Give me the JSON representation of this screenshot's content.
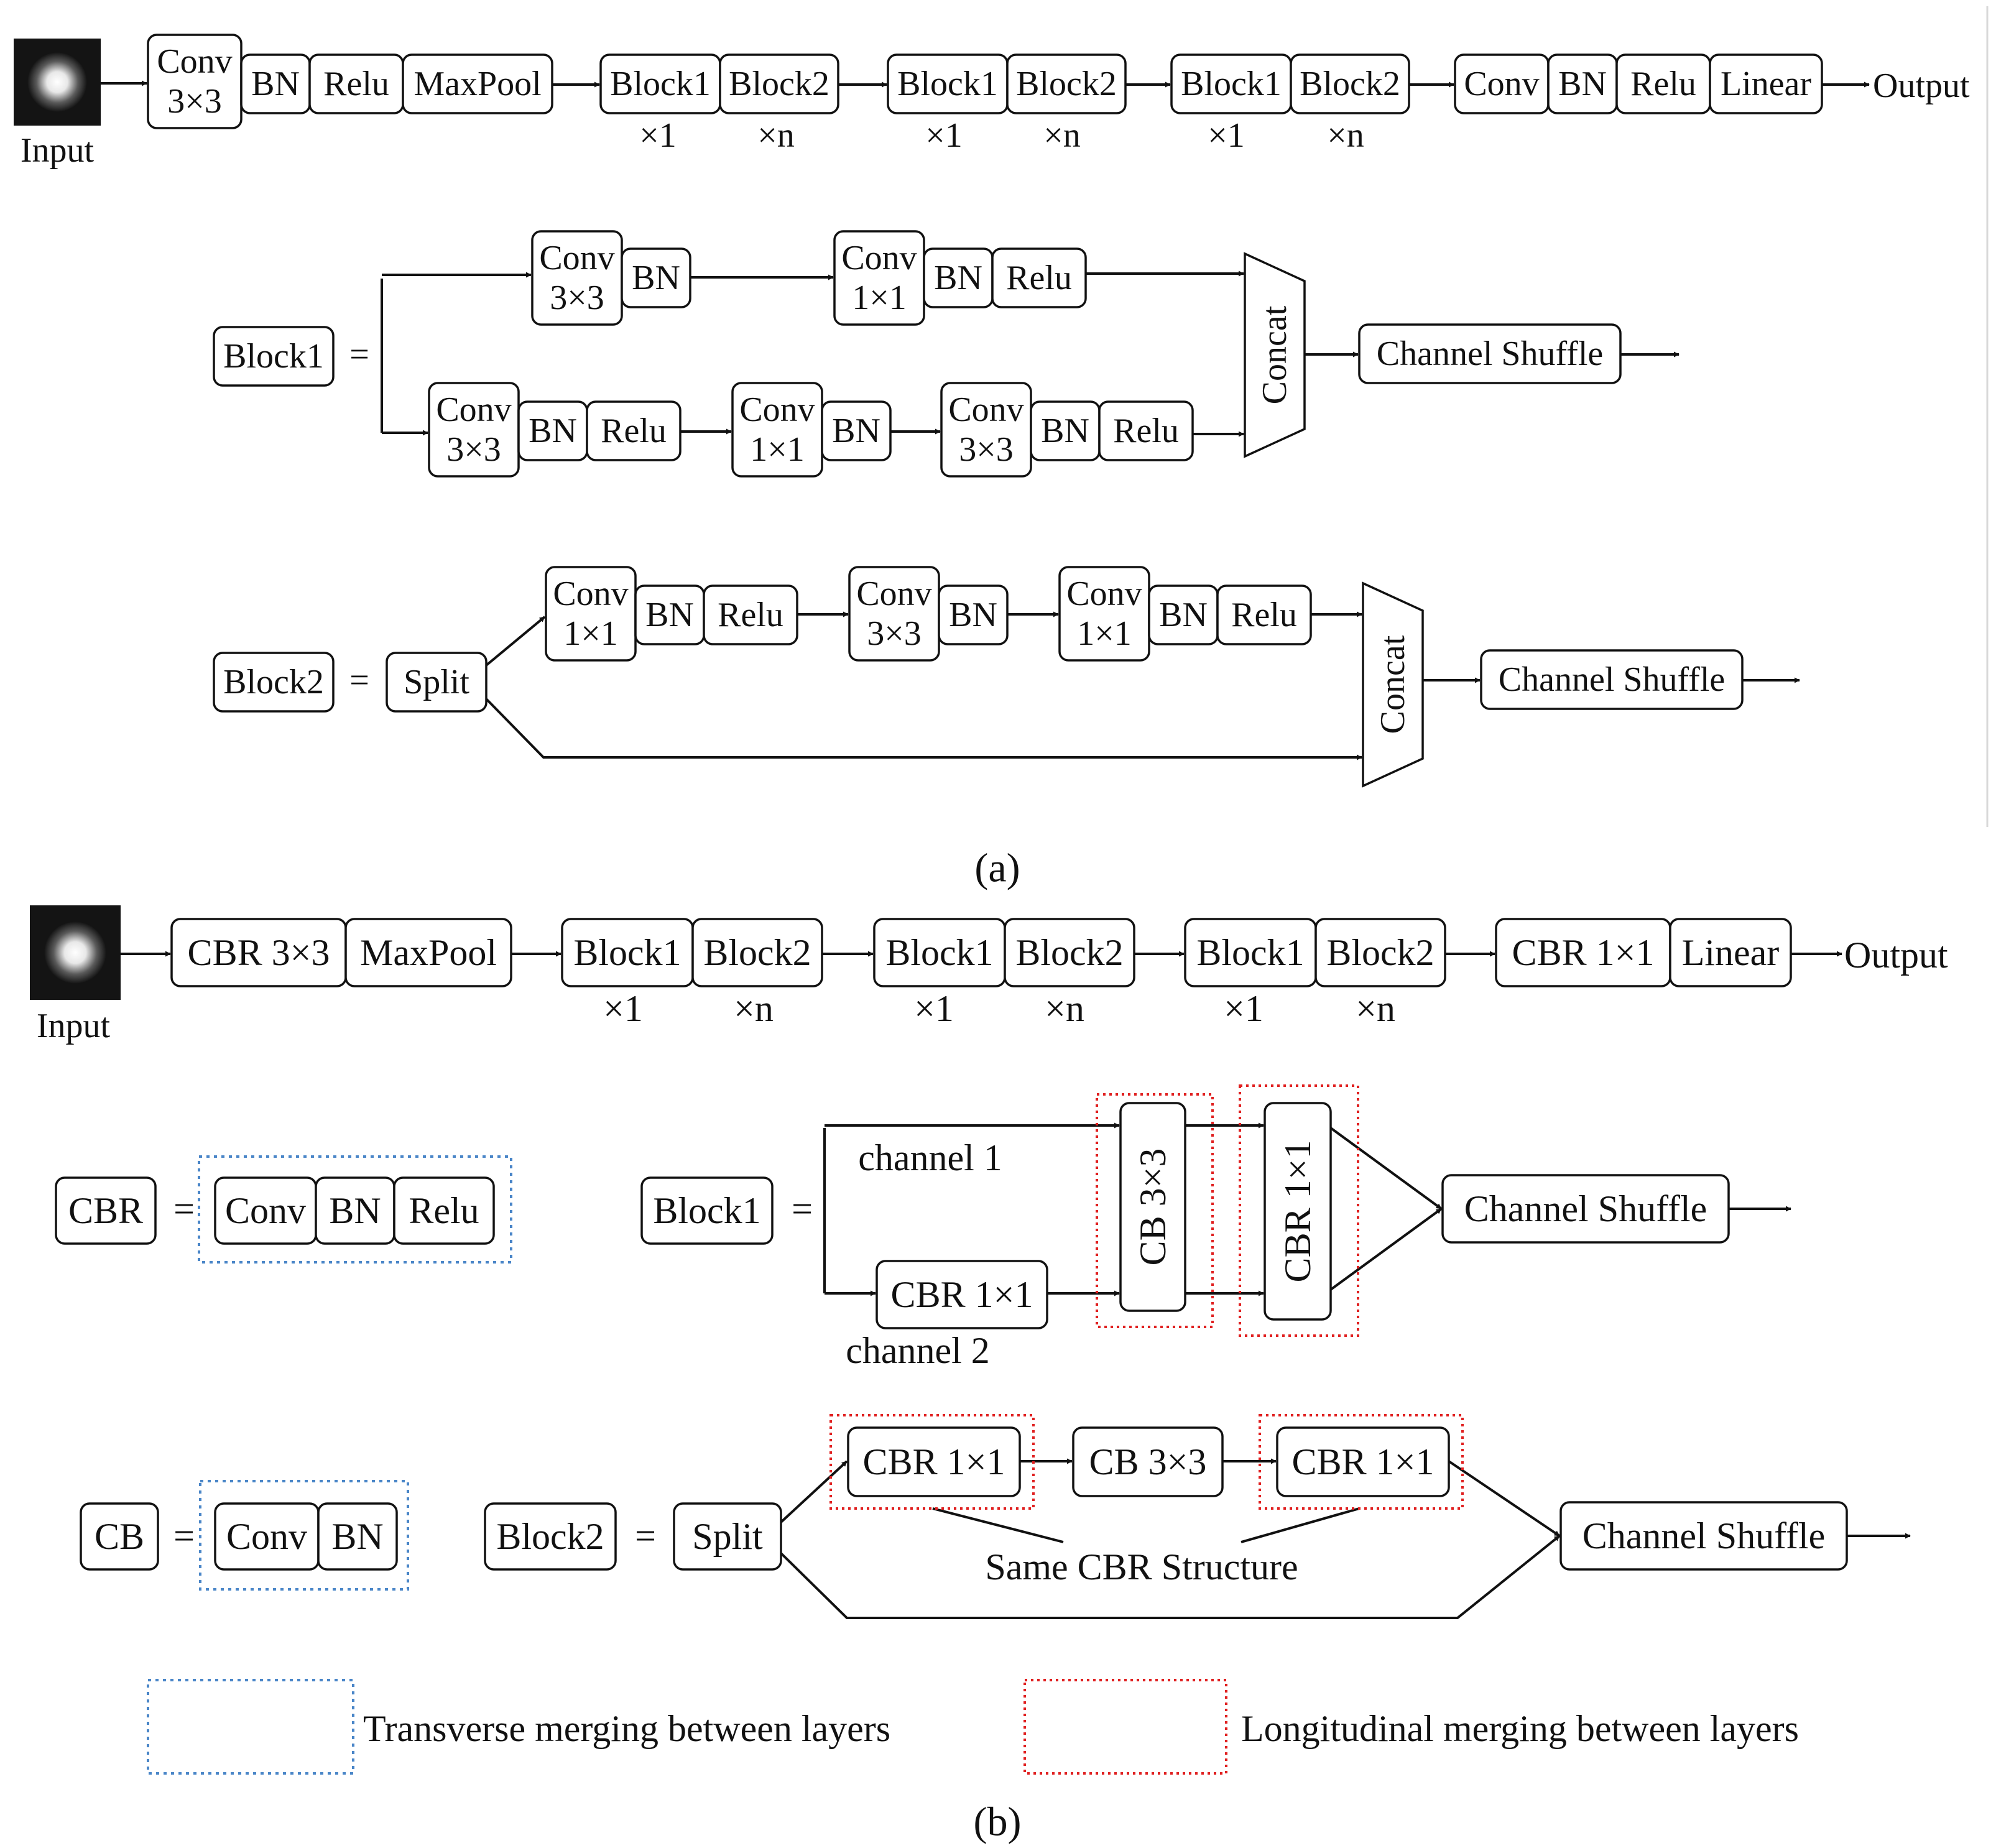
{
  "common": {
    "conv": "Conv",
    "k3": "3×3",
    "k1": "1×1",
    "bn": "BN",
    "relu": "Relu",
    "maxpool": "MaxPool",
    "block1": "Block1",
    "block2": "Block2",
    "linear": "Linear",
    "output": "Output",
    "input": "Input",
    "x1": "×1",
    "xn": "×n",
    "eq": "=",
    "concat": "Concat",
    "shuffle": "Channel Shuffle",
    "split": "Split",
    "cbr": "CBR",
    "cb": "CB",
    "cbr3": "CBR 3×3",
    "cbr1": "CBR 1×1",
    "cb3": "CB 3×3"
  },
  "panel_a": {
    "label": "(a)"
  },
  "panel_b": {
    "label": "(b)",
    "channel1": "channel 1",
    "channel2": "channel 2",
    "same_structure": "Same CBR Structure"
  },
  "legend": {
    "transverse": "Transverse merging between layers",
    "longitudinal": "Longitudinal merging between layers",
    "transverse_color": "#4a86c8",
    "longitudinal_color": "#e02020"
  }
}
